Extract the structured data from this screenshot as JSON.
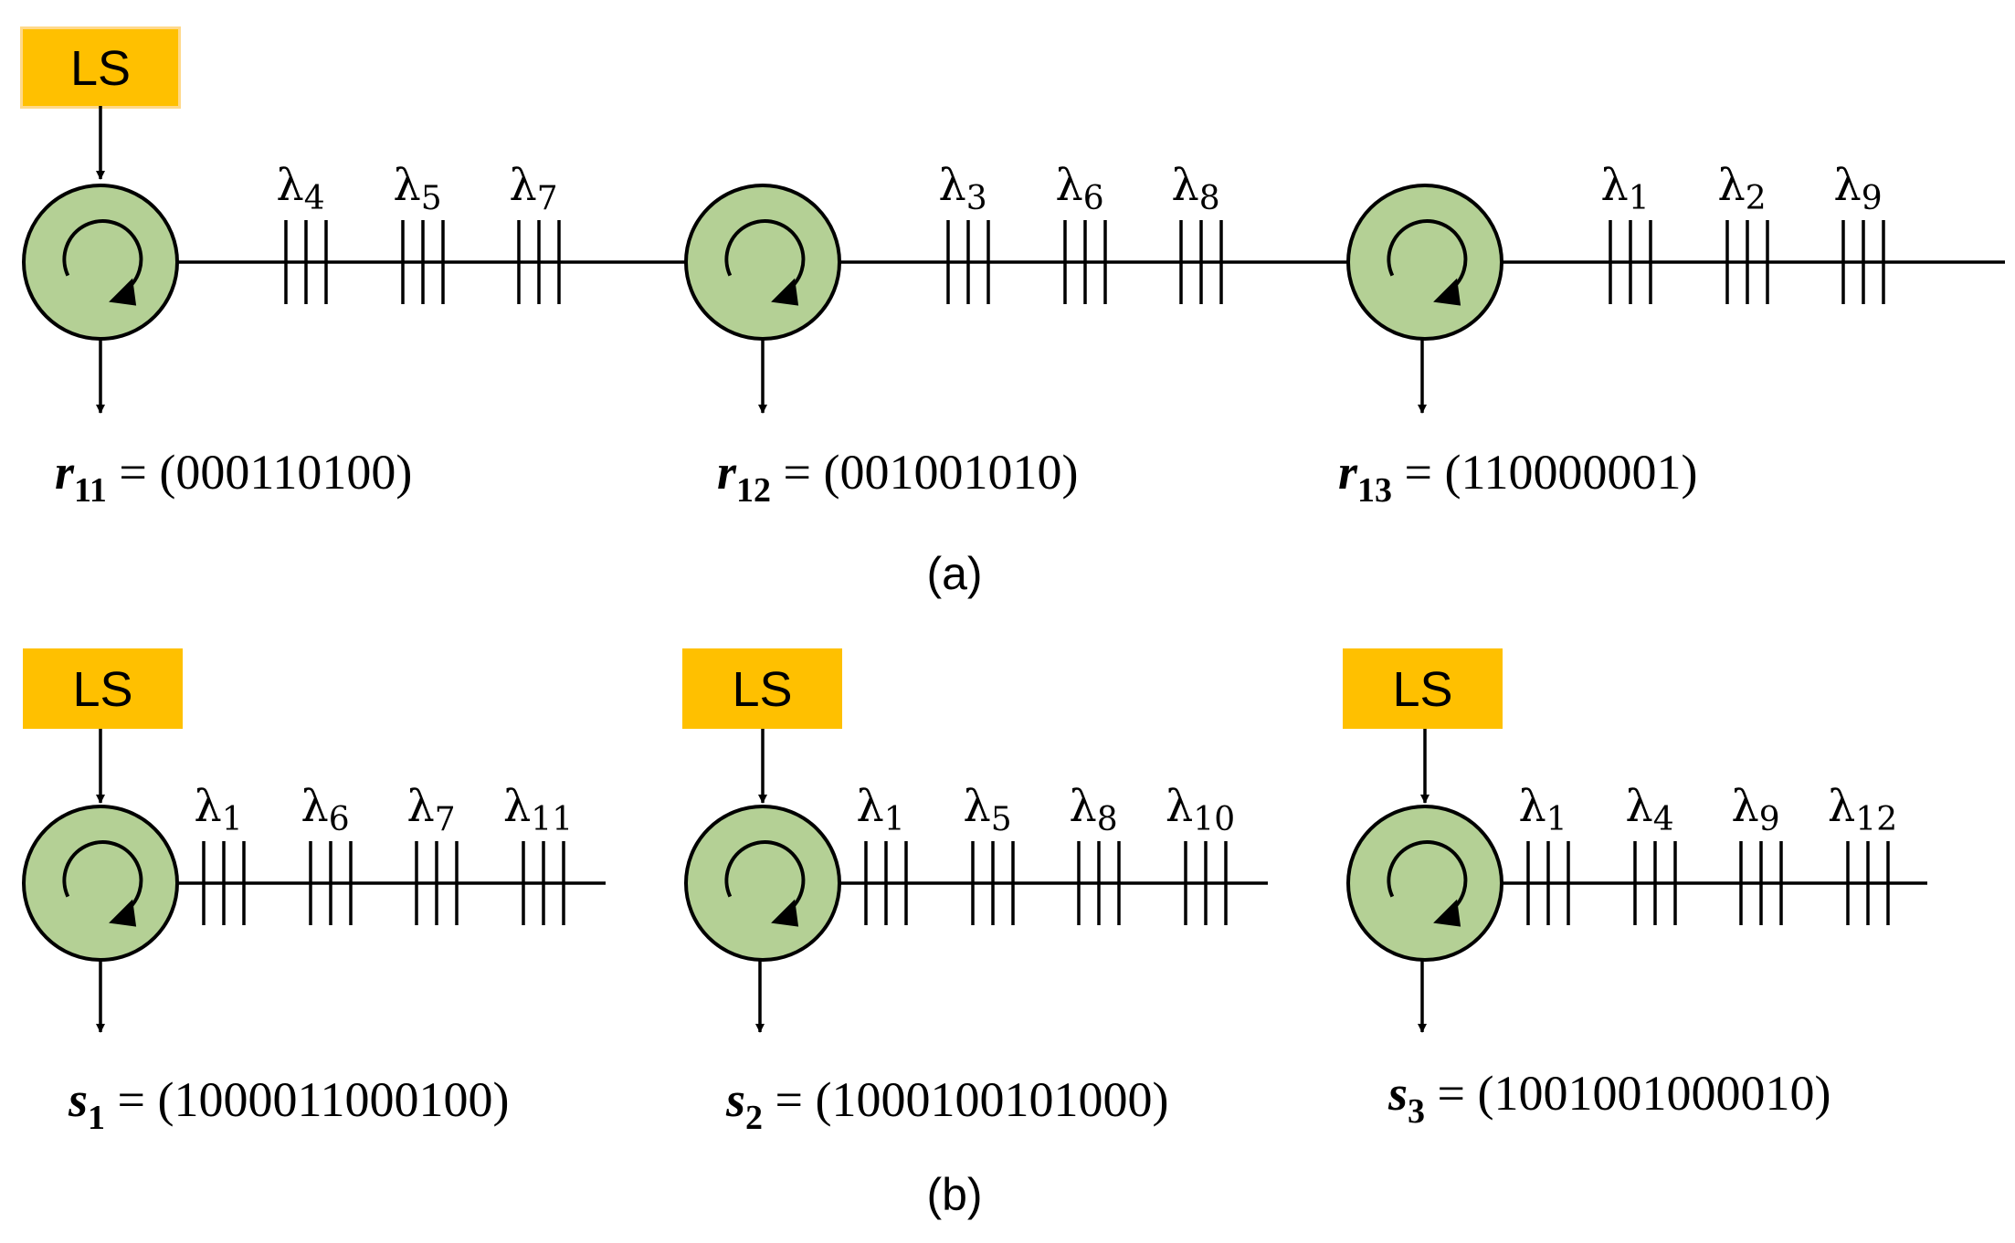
{
  "colors": {
    "light_source": "#FFC000",
    "light_source_glow": "#FFD98A",
    "circulator_fill": "#B4D095",
    "stroke": "#000000"
  },
  "icons": {
    "light_source": "ls-box",
    "circulator": "circulator-arrow-icon",
    "grating": "fbg-grating-icon"
  },
  "panel_a": {
    "caption": "(a)",
    "light_source_label": "LS",
    "circulators": [
      {
        "gratings": [
          {
            "symbol": "λ",
            "sub": "4"
          },
          {
            "symbol": "λ",
            "sub": "5"
          },
          {
            "symbol": "λ",
            "sub": "7"
          }
        ],
        "code": {
          "var": "r",
          "sub": "11",
          "eq": " = ",
          "value": "(000110100)"
        }
      },
      {
        "gratings": [
          {
            "symbol": "λ",
            "sub": "3"
          },
          {
            "symbol": "λ",
            "sub": "6"
          },
          {
            "symbol": "λ",
            "sub": "8"
          }
        ],
        "code": {
          "var": "r",
          "sub": "12",
          "eq": " = ",
          "value": "(001001010)"
        }
      },
      {
        "gratings": [
          {
            "symbol": "λ",
            "sub": "1"
          },
          {
            "symbol": "λ",
            "sub": "2"
          },
          {
            "symbol": "λ",
            "sub": "9"
          }
        ],
        "code": {
          "var": "r",
          "sub": "13",
          "eq": " = ",
          "value": "(110000001)"
        }
      }
    ]
  },
  "panel_b": {
    "caption": "(b)",
    "units": [
      {
        "light_source_label": "LS",
        "gratings": [
          {
            "symbol": "λ",
            "sub": "1"
          },
          {
            "symbol": "λ",
            "sub": "6"
          },
          {
            "symbol": "λ",
            "sub": "7"
          },
          {
            "symbol": "λ",
            "sub": "11"
          }
        ],
        "code": {
          "var": "s",
          "sub": "1",
          "eq": " = ",
          "value": "(1000011000100)"
        }
      },
      {
        "light_source_label": "LS",
        "gratings": [
          {
            "symbol": "λ",
            "sub": "1"
          },
          {
            "symbol": "λ",
            "sub": "5"
          },
          {
            "symbol": "λ",
            "sub": "8"
          },
          {
            "symbol": "λ",
            "sub": "10"
          }
        ],
        "code": {
          "var": "s",
          "sub": "2",
          "eq": " = ",
          "value": "(1000100101000)"
        }
      },
      {
        "light_source_label": "LS",
        "gratings": [
          {
            "symbol": "λ",
            "sub": "1"
          },
          {
            "symbol": "λ",
            "sub": "4"
          },
          {
            "symbol": "λ",
            "sub": "9"
          },
          {
            "symbol": "λ",
            "sub": "12"
          }
        ],
        "code": {
          "var": "s",
          "sub": "3",
          "eq": " = ",
          "value": "(1001001000010)"
        }
      }
    ]
  }
}
